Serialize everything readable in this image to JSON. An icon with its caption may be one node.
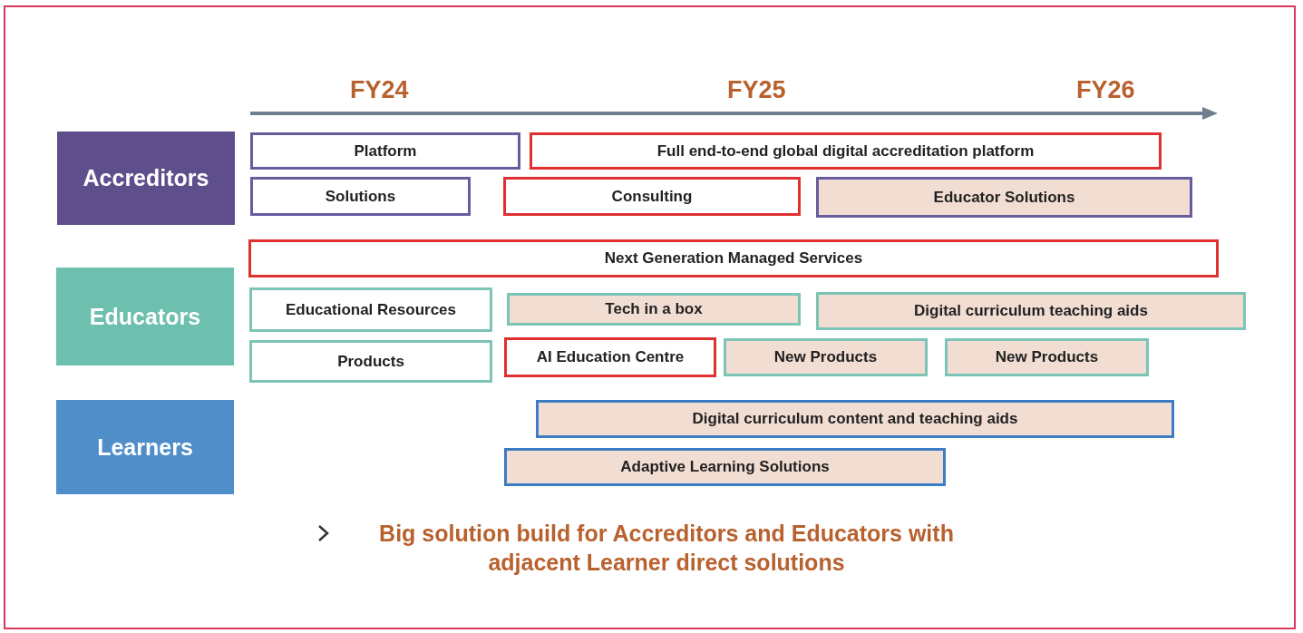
{
  "diagram": {
    "nodes": [
      {
        "text": [
          "Accreditors"
        ]
      },
      {
        "text": [
          "Platform"
        ]
      },
      {
        "text": [
          "Full end-to-end global digital accreditation platform"
        ]
      },
      {
        "text": [
          "Solutions"
        ]
      },
      {
        "text": [
          "Consulting"
        ]
      },
      {
        "text": [
          "Educator Solutions"
        ]
      },
      {
        "text": [
          "Educators"
        ]
      },
      {
        "text": [
          "Next Generation Managed Services"
        ]
      },
      {
        "text": [
          "Educational Resources"
        ]
      },
      {
        "text": [
          "Tech in a box"
        ]
      },
      {
        "text": [
          "Digital curriculum teaching aids"
        ]
      },
      {
        "text": [
          "Products"
        ]
      },
      {
        "text": [
          "AI Education Centre"
        ]
      },
      {
        "text": [
          "New Products"
        ]
      },
      {
        "text": [
          "New Products"
        ]
      },
      {
        "text": [
          "Learners"
        ]
      },
      {
        "text": [
          "Digital curriculum content and teaching aids"
        ]
      },
      {
        "text": [
          "Adaptive Learning Solutions"
        ]
      }
    ],
    "labels": [
      "FY24",
      "FY25",
      "FY26"
    ],
    "caption": "Big solution build for Accreditors and Educators with adjacent Learner direct solutions"
  }
}
